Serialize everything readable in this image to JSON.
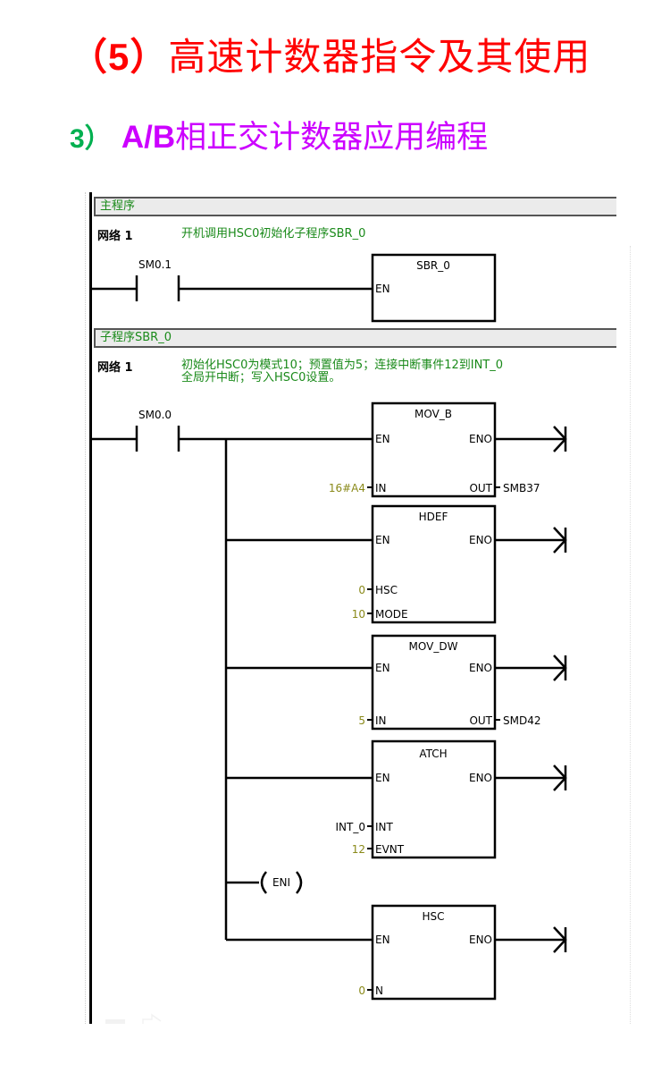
{
  "title": {
    "main_num": "（5）",
    "main_text": "高速计数器指令及其使用",
    "sub_index": "3）",
    "sub_prefix": "A/B",
    "sub_text": "相正交计数器应用编程"
  },
  "colors": {
    "title_red": "#ff0000",
    "sub_index_green": "#00b050",
    "sub_purple": "#cc00ff",
    "comment_green": "#1a8a1a",
    "constant_olive": "#8a8a1a"
  },
  "main_program": {
    "header": "主程序",
    "network_label": "网络 1",
    "network_comment": "开机调用HSC0初始化子程序SBR_0",
    "contact": "SM0.1",
    "box": {
      "name": "SBR_0",
      "en": "EN"
    }
  },
  "subroutine": {
    "header": "子程序SBR_0",
    "network_label": "网络 1",
    "network_comment_line1": "初始化HSC0为模式10；预置值为5；连接中断事件12到INT_0",
    "network_comment_line2": "全局开中断；写入HSC0设置。",
    "contact": "SM0.0",
    "boxes": [
      {
        "name": "MOV_B",
        "en": "EN",
        "eno": "ENO",
        "inputs": [
          {
            "pin": "IN",
            "value": "16#A4"
          }
        ],
        "outputs": [
          {
            "pin": "OUT",
            "value": "SMB37"
          }
        ]
      },
      {
        "name": "HDEF",
        "en": "EN",
        "eno": "ENO",
        "inputs": [
          {
            "pin": "HSC",
            "value": "0"
          },
          {
            "pin": "MODE",
            "value": "10"
          }
        ],
        "outputs": []
      },
      {
        "name": "MOV_DW",
        "en": "EN",
        "eno": "ENO",
        "inputs": [
          {
            "pin": "IN",
            "value": "5"
          }
        ],
        "outputs": [
          {
            "pin": "OUT",
            "value": "SMD42"
          }
        ]
      },
      {
        "name": "ATCH",
        "en": "EN",
        "eno": "ENO",
        "inputs": [
          {
            "pin": "INT",
            "value": "INT_0"
          },
          {
            "pin": "EVNT",
            "value": "12"
          }
        ],
        "outputs": []
      },
      {
        "name": "HSC",
        "en": "EN",
        "eno": "ENO",
        "inputs": [
          {
            "pin": "N",
            "value": "0"
          }
        ],
        "outputs": []
      }
    ],
    "coil": "ENI"
  }
}
